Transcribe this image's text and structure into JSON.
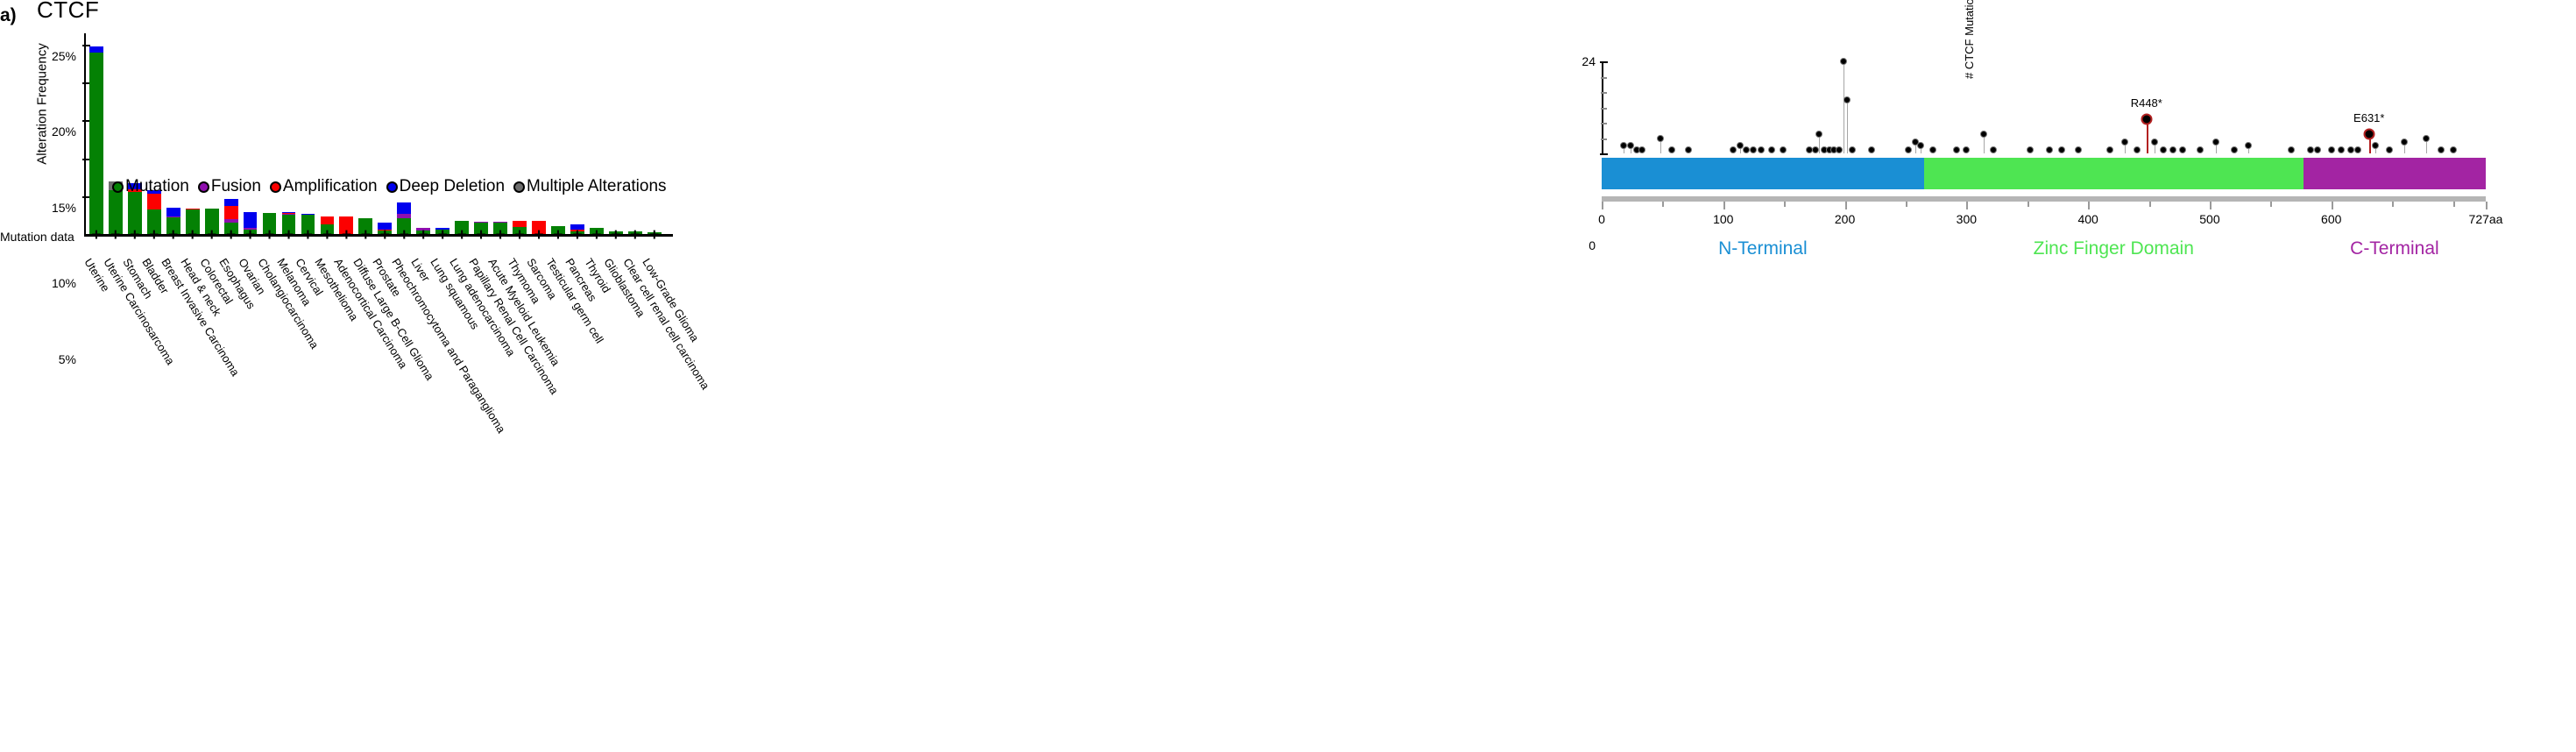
{
  "panel_label": "a)",
  "left": {
    "gene_title": "CTCF",
    "y_axis_title": "Alteration Frequency",
    "y_ticks": [
      "25%",
      "20%",
      "15%",
      "10%",
      "5%"
    ],
    "y_tick_values": [
      25,
      20,
      15,
      10,
      5
    ],
    "mutation_data_label": "Mutation data",
    "mutation_data_symbol": "+",
    "legend": [
      {
        "label": "Mutation",
        "color": "#048104"
      },
      {
        "label": "Fusion",
        "color": "#8f0fae"
      },
      {
        "label": "Amplification",
        "color": "#fc0000"
      },
      {
        "label": "Deep Deletion",
        "color": "#0000ee"
      },
      {
        "label": "Multiple Alterations",
        "color": "#6e6e6e"
      }
    ]
  },
  "chart_data": [
    {
      "type": "bar",
      "title": "CTCF",
      "xlabel": "",
      "ylabel": "Alteration Frequency",
      "ylim": [
        0,
        26.5
      ],
      "grid": false,
      "stacked": true,
      "legend_position": "inside-top-left",
      "series_order": [
        "Mutation",
        "Fusion",
        "Amplification",
        "Deep Deletion",
        "Multiple Alterations"
      ],
      "series_colors": {
        "Mutation": "#048104",
        "Fusion": "#8f0fae",
        "Amplification": "#fc0000",
        "Deep Deletion": "#0000ee",
        "Multiple Alterations": "#6e6e6e"
      },
      "categories": [
        "Uterine",
        "Uterine Carcinosarcoma",
        "Stomach",
        "Bladder",
        "Breast Invasive Carcinoma",
        "Head & neck",
        "Colorectal",
        "Esophagus",
        "Ovarian",
        "Cholangiocarcinoma",
        "Melanoma",
        "Cervical",
        "Mesothelioma",
        "Adenocortical Carcinoma",
        "Diffuse Large B-Cell Glioma",
        "Prostate",
        "Pheochromocytoma and Paraganglioma",
        "Liver",
        "Lung squamous",
        "Lung adenocarcinoma",
        "Papillary Renal Cell Carcinoma",
        "Acute Myeloid Leukemia",
        "Thymoma",
        "Sarcoma",
        "Testicular germ cell",
        "Pancreas",
        "Thyroid",
        "Glioblastoma",
        "Clear cell renal cell carcinoma",
        "Low-Grade Glioma"
      ],
      "series": [
        {
          "name": "Mutation",
          "values": [
            24.0,
            5.8,
            5.6,
            3.2,
            2.15,
            3.25,
            3.35,
            1.45,
            0.55,
            2.75,
            2.5,
            2.5,
            1.25,
            0.0,
            2.05,
            0.45,
            2.1,
            0.5,
            0.6,
            1.7,
            1.5,
            1.5,
            0.9,
            0.0,
            1.0,
            0.35,
            0.85,
            0.35,
            0.3,
            0.25
          ]
        },
        {
          "name": "Fusion",
          "values": [
            0.0,
            0.0,
            0.0,
            0.0,
            0.12,
            0.0,
            0.0,
            0.5,
            0.3,
            0.0,
            0.17,
            0.0,
            0.0,
            0.0,
            0.0,
            0.0,
            0.6,
            0.35,
            0.0,
            0.0,
            0.08,
            0.1,
            0.0,
            0.0,
            0.0,
            0.0,
            0.0,
            0.0,
            0.0,
            0.0
          ]
        },
        {
          "name": "Amplification",
          "values": [
            0.0,
            0.0,
            0.3,
            2.1,
            0.0,
            0.12,
            0.0,
            1.75,
            0.0,
            0.0,
            0.1,
            0.0,
            1.1,
            2.3,
            0.0,
            0.18,
            0.0,
            0.0,
            0.0,
            0.0,
            0.0,
            0.0,
            0.8,
            1.7,
            0.0,
            0.25,
            0.0,
            0.0,
            0.0,
            0.0
          ]
        },
        {
          "name": "Deep Deletion",
          "values": [
            0.8,
            0.0,
            0.85,
            0.5,
            1.15,
            0.0,
            0.0,
            0.95,
            2.1,
            0.0,
            0.1,
            0.13,
            0.0,
            0.0,
            0.0,
            0.9,
            1.45,
            0.0,
            0.2,
            0.0,
            0.0,
            0.0,
            0.0,
            0.0,
            0.0,
            0.7,
            0.0,
            0.0,
            0.0,
            0.0
          ]
        },
        {
          "name": "Multiple Alterations",
          "values": [
            0.0,
            1.1,
            0.0,
            0.0,
            0.0,
            0.0,
            0.0,
            0.0,
            0.0,
            0.0,
            0.0,
            0.0,
            0.0,
            0.0,
            0.0,
            0.0,
            0.0,
            0.0,
            0.0,
            0.0,
            0.0,
            0.0,
            0.0,
            0.0,
            0.0,
            0.0,
            0.0,
            0.0,
            0.0,
            0.0
          ]
        }
      ]
    },
    {
      "type": "lollipop",
      "title": "",
      "ylabel": "# CTCF Mutations",
      "xlabel": "",
      "ylim": [
        0,
        24
      ],
      "y_ticks": [
        0,
        24
      ],
      "y_tick_labels": [
        "0",
        "24"
      ],
      "xlim": [
        0,
        727
      ],
      "x_ticks": [
        0,
        100,
        200,
        300,
        400,
        500,
        600,
        727
      ],
      "x_tick_labels": [
        "0",
        "100",
        "200",
        "300",
        "400",
        "500",
        "600",
        "727aa"
      ],
      "protein_length_label": "727aa",
      "domains": [
        {
          "name": "N-Terminal",
          "start": 0,
          "end": 265,
          "color": "#1a8fd4"
        },
        {
          "name": "Zinc Finger Domain",
          "start": 265,
          "end": 577,
          "color": "#4ee552"
        },
        {
          "name": "C-Terminal",
          "start": 577,
          "end": 727,
          "color": "#a324a3"
        }
      ],
      "annotations": [
        {
          "label": "R448*",
          "position": 448,
          "count": 9
        },
        {
          "label": "E631*",
          "position": 631,
          "count": 5
        }
      ],
      "points": [
        {
          "pos": 18,
          "count": 2
        },
        {
          "pos": 24,
          "count": 2
        },
        {
          "pos": 29,
          "count": 1
        },
        {
          "pos": 33,
          "count": 1
        },
        {
          "pos": 48,
          "count": 4
        },
        {
          "pos": 58,
          "count": 1
        },
        {
          "pos": 71,
          "count": 1
        },
        {
          "pos": 108,
          "count": 1
        },
        {
          "pos": 114,
          "count": 2
        },
        {
          "pos": 119,
          "count": 1
        },
        {
          "pos": 125,
          "count": 1
        },
        {
          "pos": 131,
          "count": 1
        },
        {
          "pos": 140,
          "count": 1
        },
        {
          "pos": 149,
          "count": 1
        },
        {
          "pos": 171,
          "count": 1
        },
        {
          "pos": 176,
          "count": 1
        },
        {
          "pos": 179,
          "count": 5
        },
        {
          "pos": 183,
          "count": 1
        },
        {
          "pos": 187,
          "count": 1
        },
        {
          "pos": 191,
          "count": 1
        },
        {
          "pos": 195,
          "count": 1
        },
        {
          "pos": 199,
          "count": 24
        },
        {
          "pos": 202,
          "count": 14
        },
        {
          "pos": 206,
          "count": 1
        },
        {
          "pos": 222,
          "count": 1
        },
        {
          "pos": 252,
          "count": 1
        },
        {
          "pos": 258,
          "count": 3
        },
        {
          "pos": 262,
          "count": 2
        },
        {
          "pos": 272,
          "count": 1
        },
        {
          "pos": 292,
          "count": 1
        },
        {
          "pos": 300,
          "count": 1
        },
        {
          "pos": 314,
          "count": 5
        },
        {
          "pos": 322,
          "count": 1
        },
        {
          "pos": 352,
          "count": 1
        },
        {
          "pos": 368,
          "count": 1
        },
        {
          "pos": 378,
          "count": 1
        },
        {
          "pos": 392,
          "count": 1
        },
        {
          "pos": 418,
          "count": 1
        },
        {
          "pos": 430,
          "count": 3
        },
        {
          "pos": 440,
          "count": 1
        },
        {
          "pos": 455,
          "count": 3
        },
        {
          "pos": 462,
          "count": 1
        },
        {
          "pos": 470,
          "count": 1
        },
        {
          "pos": 478,
          "count": 1
        },
        {
          "pos": 492,
          "count": 1
        },
        {
          "pos": 505,
          "count": 3
        },
        {
          "pos": 520,
          "count": 1
        },
        {
          "pos": 532,
          "count": 2
        },
        {
          "pos": 567,
          "count": 1
        },
        {
          "pos": 583,
          "count": 1
        },
        {
          "pos": 589,
          "count": 1
        },
        {
          "pos": 600,
          "count": 1
        },
        {
          "pos": 608,
          "count": 1
        },
        {
          "pos": 616,
          "count": 1
        },
        {
          "pos": 622,
          "count": 1
        },
        {
          "pos": 636,
          "count": 2
        },
        {
          "pos": 648,
          "count": 1
        },
        {
          "pos": 660,
          "count": 3
        },
        {
          "pos": 678,
          "count": 4
        },
        {
          "pos": 690,
          "count": 1
        },
        {
          "pos": 700,
          "count": 1
        }
      ]
    }
  ]
}
